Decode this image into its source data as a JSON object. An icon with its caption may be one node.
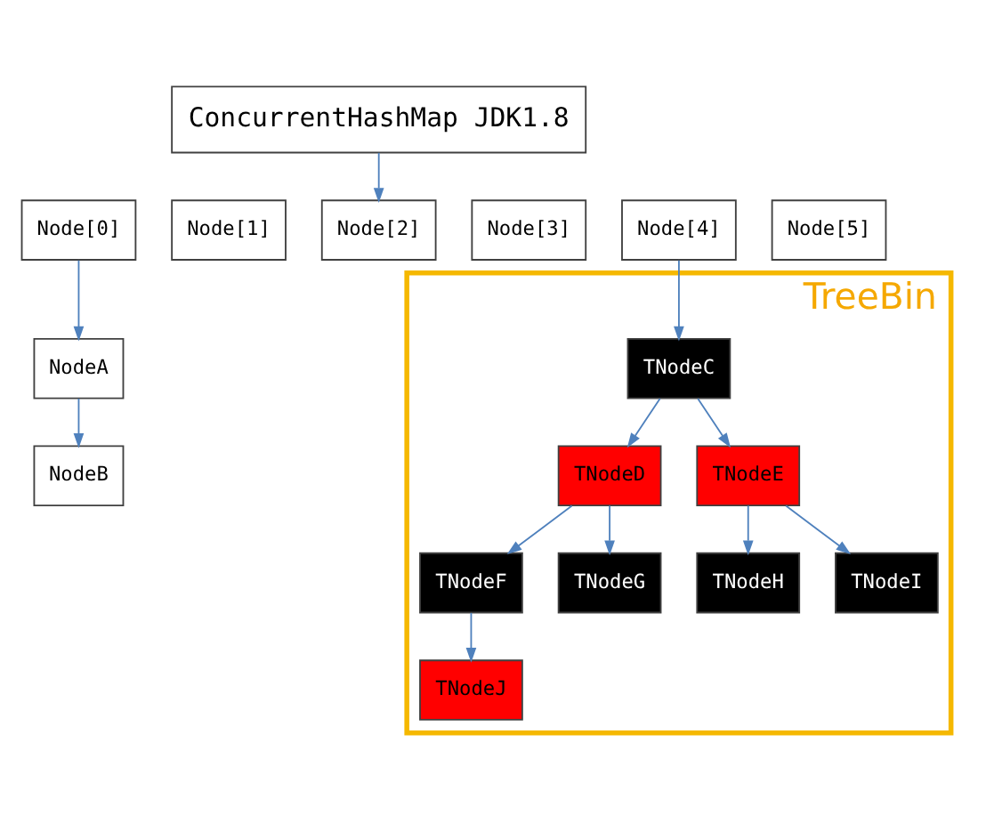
{
  "diagram": {
    "nodes": [
      {
        "text": [
          "ConcurrentHashMap JDK1.8"
        ]
      },
      {
        "text": [
          "Node[0]"
        ]
      },
      {
        "text": [
          "Node[1]"
        ]
      },
      {
        "text": [
          "Node[2]"
        ]
      },
      {
        "text": [
          "Node[3]"
        ]
      },
      {
        "text": [
          "Node[4]"
        ]
      },
      {
        "text": [
          "Node[5]"
        ]
      },
      {
        "text": [
          "NodeA"
        ]
      },
      {
        "text": [
          "NodeB"
        ]
      },
      {
        "text": [
          "TreeBin"
        ]
      },
      {
        "text": [
          "TNodeC"
        ],
        "in": 9
      },
      {
        "text": [
          "TNodeD"
        ],
        "in": 9
      },
      {
        "text": [
          "TNodeE"
        ],
        "in": 9
      },
      {
        "text": [
          "TNodeF"
        ],
        "in": 9
      },
      {
        "text": [
          "TNodeG"
        ],
        "in": 9
      },
      {
        "text": [
          "TNodeH"
        ],
        "in": 9
      },
      {
        "text": [
          "TNodeI"
        ],
        "in": 9
      },
      {
        "text": [
          "TNodeJ"
        ],
        "in": 9
      }
    ],
    "edges": [
      {
        "from": 0,
        "to": 3,
        "arrow": "to"
      },
      {
        "from": 1,
        "to": 7,
        "arrow": "to"
      },
      {
        "from": 7,
        "to": 8,
        "arrow": "to"
      },
      {
        "from": 5,
        "to": 10,
        "arrow": "to"
      },
      {
        "from": 10,
        "to": 11,
        "arrow": "to"
      },
      {
        "from": 10,
        "to": 12,
        "arrow": "to"
      },
      {
        "from": 11,
        "to": 13,
        "arrow": "to"
      },
      {
        "from": 11,
        "to": 14,
        "arrow": "to"
      },
      {
        "from": 12,
        "to": 15,
        "arrow": "to"
      },
      {
        "from": 12,
        "to": 16,
        "arrow": "to"
      },
      {
        "from": 13,
        "to": 17,
        "arrow": "to"
      }
    ]
  }
}
